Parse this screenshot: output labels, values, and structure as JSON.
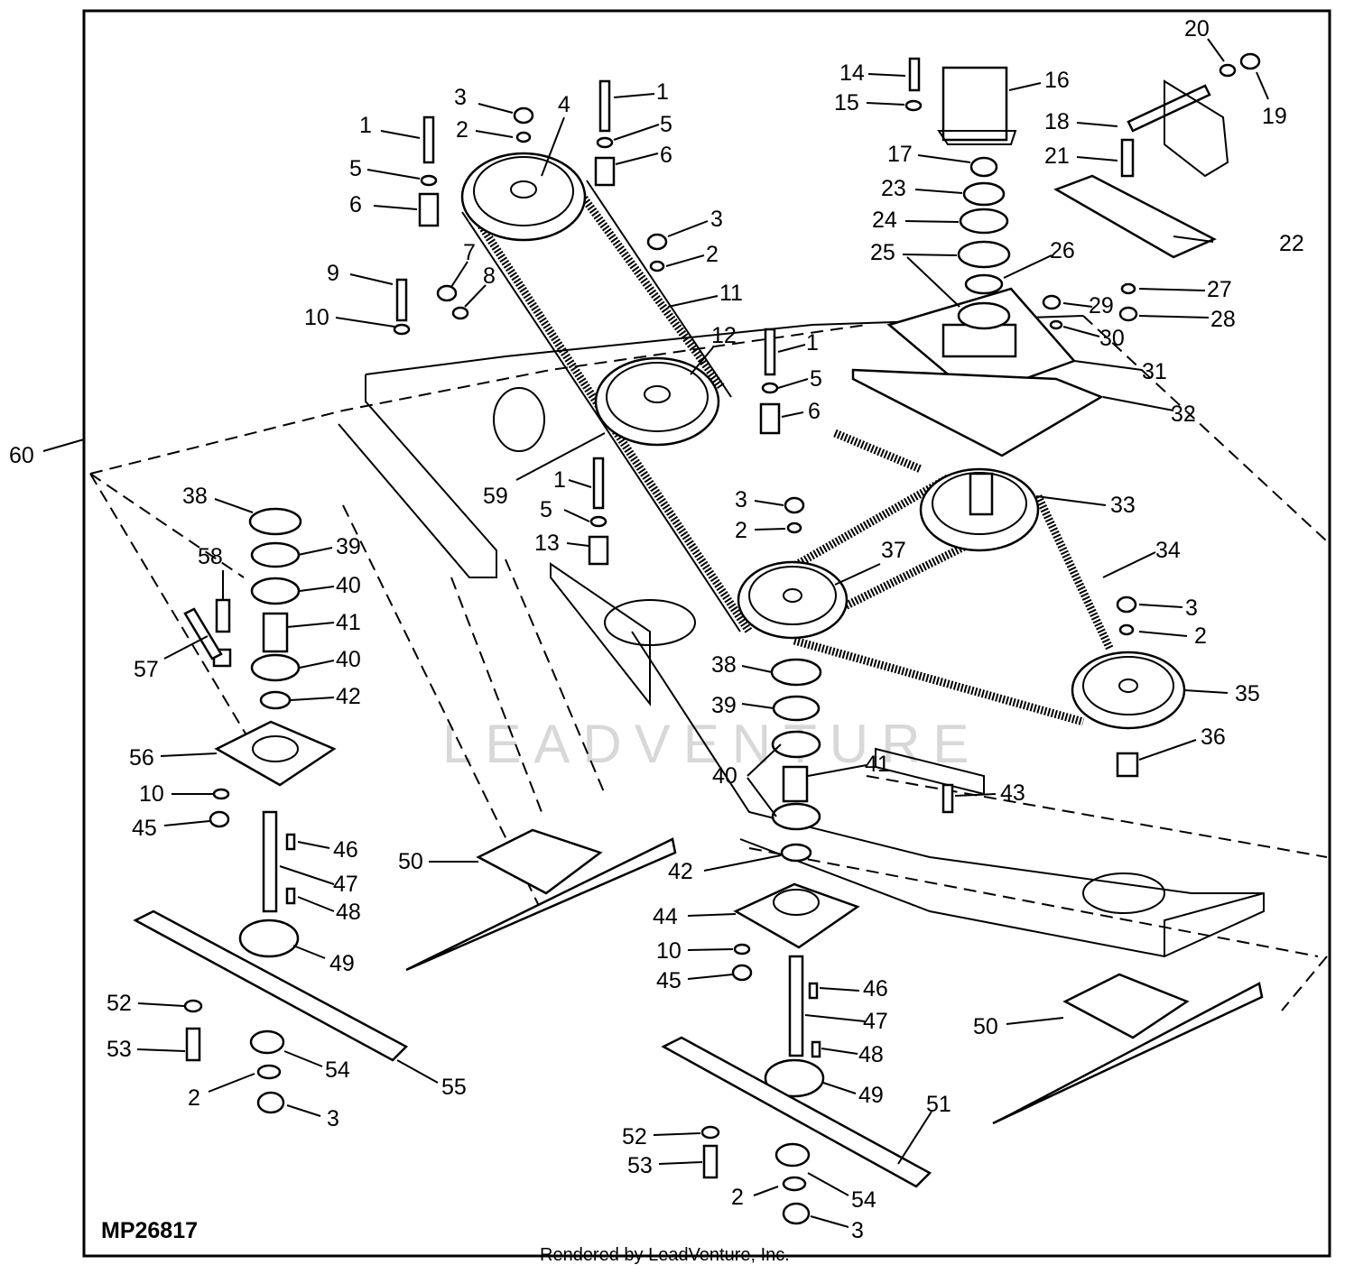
{
  "diagram": {
    "code": "MP26817",
    "watermark": "LEADVENTURE",
    "footer": "Rendered by LeadVenture, Inc.",
    "callouts": [
      {
        "text": "1"
      },
      {
        "text": "2"
      },
      {
        "text": "3"
      },
      {
        "text": "4"
      },
      {
        "text": "5"
      },
      {
        "text": "6"
      },
      {
        "text": "1"
      },
      {
        "text": "5"
      },
      {
        "text": "6"
      },
      {
        "text": "7"
      },
      {
        "text": "8"
      },
      {
        "text": "9"
      },
      {
        "text": "10"
      },
      {
        "text": "3"
      },
      {
        "text": "2"
      },
      {
        "text": "11"
      },
      {
        "text": "12"
      },
      {
        "text": "1"
      },
      {
        "text": "5"
      },
      {
        "text": "6"
      },
      {
        "text": "14"
      },
      {
        "text": "15"
      },
      {
        "text": "16"
      },
      {
        "text": "20"
      },
      {
        "text": "19"
      },
      {
        "text": "18"
      },
      {
        "text": "21"
      },
      {
        "text": "17"
      },
      {
        "text": "23"
      },
      {
        "text": "24"
      },
      {
        "text": "25"
      },
      {
        "text": "26"
      },
      {
        "text": "22"
      },
      {
        "text": "27"
      },
      {
        "text": "29"
      },
      {
        "text": "28"
      },
      {
        "text": "30"
      },
      {
        "text": "31"
      },
      {
        "text": "32"
      },
      {
        "text": "60"
      },
      {
        "text": "38"
      },
      {
        "text": "59"
      },
      {
        "text": "39"
      },
      {
        "text": "58"
      },
      {
        "text": "40"
      },
      {
        "text": "41"
      },
      {
        "text": "57"
      },
      {
        "text": "40"
      },
      {
        "text": "42"
      },
      {
        "text": "56"
      },
      {
        "text": "10"
      },
      {
        "text": "45"
      },
      {
        "text": "46"
      },
      {
        "text": "47"
      },
      {
        "text": "48"
      },
      {
        "text": "49"
      },
      {
        "text": "52"
      },
      {
        "text": "53"
      },
      {
        "text": "54"
      },
      {
        "text": "55"
      },
      {
        "text": "2"
      },
      {
        "text": "3"
      },
      {
        "text": "1"
      },
      {
        "text": "5"
      },
      {
        "text": "13"
      },
      {
        "text": "3"
      },
      {
        "text": "2"
      },
      {
        "text": "37"
      },
      {
        "text": "33"
      },
      {
        "text": "34"
      },
      {
        "text": "3"
      },
      {
        "text": "2"
      },
      {
        "text": "35"
      },
      {
        "text": "38"
      },
      {
        "text": "39"
      },
      {
        "text": "40"
      },
      {
        "text": "41"
      },
      {
        "text": "36"
      },
      {
        "text": "43"
      },
      {
        "text": "50"
      },
      {
        "text": "42"
      },
      {
        "text": "44"
      },
      {
        "text": "10"
      },
      {
        "text": "45"
      },
      {
        "text": "46"
      },
      {
        "text": "47"
      },
      {
        "text": "48"
      },
      {
        "text": "49"
      },
      {
        "text": "50"
      },
      {
        "text": "51"
      },
      {
        "text": "52"
      },
      {
        "text": "53"
      },
      {
        "text": "2"
      },
      {
        "text": "54"
      },
      {
        "text": "3"
      }
    ]
  }
}
